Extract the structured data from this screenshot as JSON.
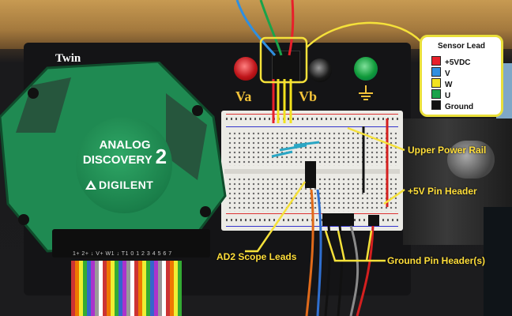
{
  "brand_text": "Twin",
  "device": {
    "title_line1": "ANALOG",
    "title_line2": "DISCOVERY",
    "title_num": "2",
    "maker": "DIGILENT",
    "pin_labels": "1+ 2+ ↓ V+ W1 ↓ T1 0 1 2 3 4 5 6 7"
  },
  "posts": {
    "va_label": "Va",
    "vb_label": "Vb"
  },
  "legend": {
    "title": "Sensor Lead",
    "items": [
      {
        "label": "+5VDC",
        "color": "#e8202a"
      },
      {
        "label": "V",
        "color": "#2f8fe0"
      },
      {
        "label": "W",
        "color": "#f2e21e"
      },
      {
        "label": "U",
        "color": "#1aa34a"
      },
      {
        "label": "Ground",
        "color": "#111111"
      }
    ]
  },
  "callouts": {
    "upper_power_rail": "Upper Power Rail",
    "pin_header_5v": "+5V Pin Header",
    "ad2_scope_leads": "AD2 Scope Leads",
    "ground_pin_headers": "Ground Pin Header(s)"
  },
  "colors": {
    "annotation": "#f5e13a",
    "ad2_green": "#1a7f4a"
  },
  "icons": {
    "ground": "ground-symbol-icon",
    "logo": "digilent-logo-icon"
  }
}
